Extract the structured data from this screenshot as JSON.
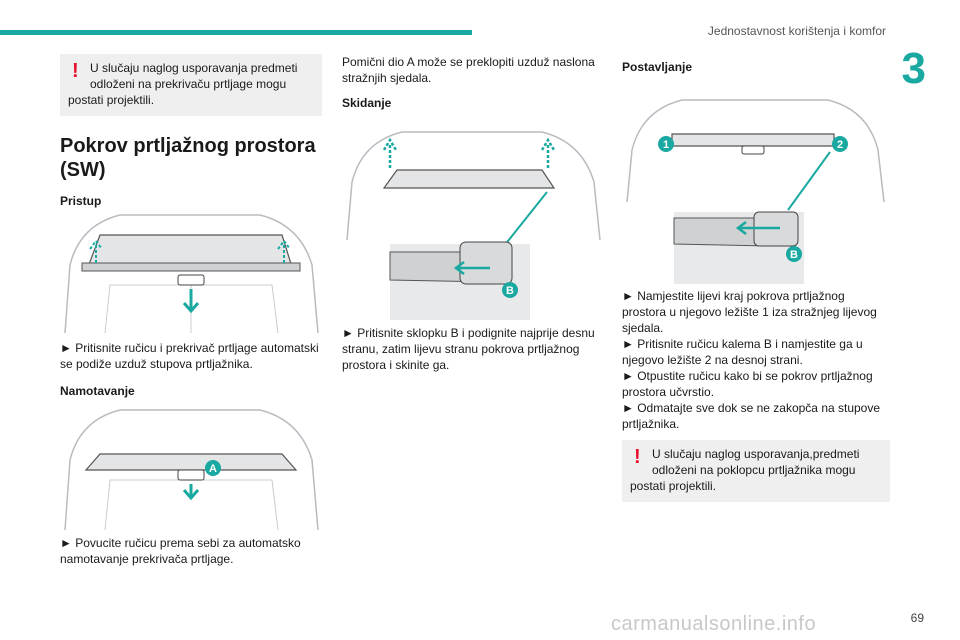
{
  "header": {
    "title": "Jednostavnost korištenja i komfor",
    "chapter": "3"
  },
  "col1": {
    "warning": "U slučaju naglog usporavanja predmeti odloženi na prekrivaču prtljage mogu postati projektili.",
    "warning_line1": "U slučaju naglog usporavanja predmeti",
    "warning_line2": "odloženi na prekrivaču prtljage mogu",
    "warning_line3": "postati projektili.",
    "title_line1": "Pokrov prtljažnog prostora",
    "title_line2": "(SW)",
    "pristup_heading": "Pristup",
    "pristup_text_line1": "► Pritisnite ručicu i prekrivač prtljage automatski",
    "pristup_text_line2": "se podiže uzduž stupova prtljažnika.",
    "namotavanje_heading": "Namotavanje",
    "namotavanje_text_line1": "► Povucite ručicu prema sebi za automatsko",
    "namotavanje_text_line2": "namotavanje prekrivača prtljage.",
    "label_a": "A"
  },
  "col2": {
    "intro_line1": "Pomični dio A može se preklopiti uzduž naslona",
    "intro_line2": "stražnjih sjedala.",
    "skidanje_heading": "Skidanje",
    "label_b": "B",
    "text_line1": "► Pritisnite sklopku B i podignite najprije desnu",
    "text_line2": "stranu, zatim lijevu stranu pokrova prtljažnog",
    "text_line3": "prostora i skinite ga."
  },
  "col3": {
    "heading": "Postavljanje",
    "label_1": "1",
    "label_2": "2",
    "label_b": "B",
    "text_lines": [
      "► Namjestite lijevi kraj pokrova prtljažnog",
      "prostora u njegovo ležište 1 iza stražnjeg lijevog",
      "sjedala.",
      "► Pritisnite ručicu kalema B i namjestite ga u",
      "njegovo ležište 2 na desnoj strani.",
      "► Otpustite ručicu kako bi se pokrov prtljažnog",
      "prostora učvrstio.",
      "► Odmatajte sve dok se ne zakopča na stupove",
      "prtljažnika."
    ],
    "warning_line1": "U slučaju naglog usporavanja,predmeti",
    "warning_line2": "odloženi na poklopcu prtljažnika mogu",
    "warning_line3": "postati projektili."
  },
  "footer": {
    "page": "69",
    "watermark": "carmanualsonline.info"
  },
  "colors": {
    "accent": "#1aa9a1",
    "warning": "#e8112d",
    "callout": "#1aa9a1"
  }
}
